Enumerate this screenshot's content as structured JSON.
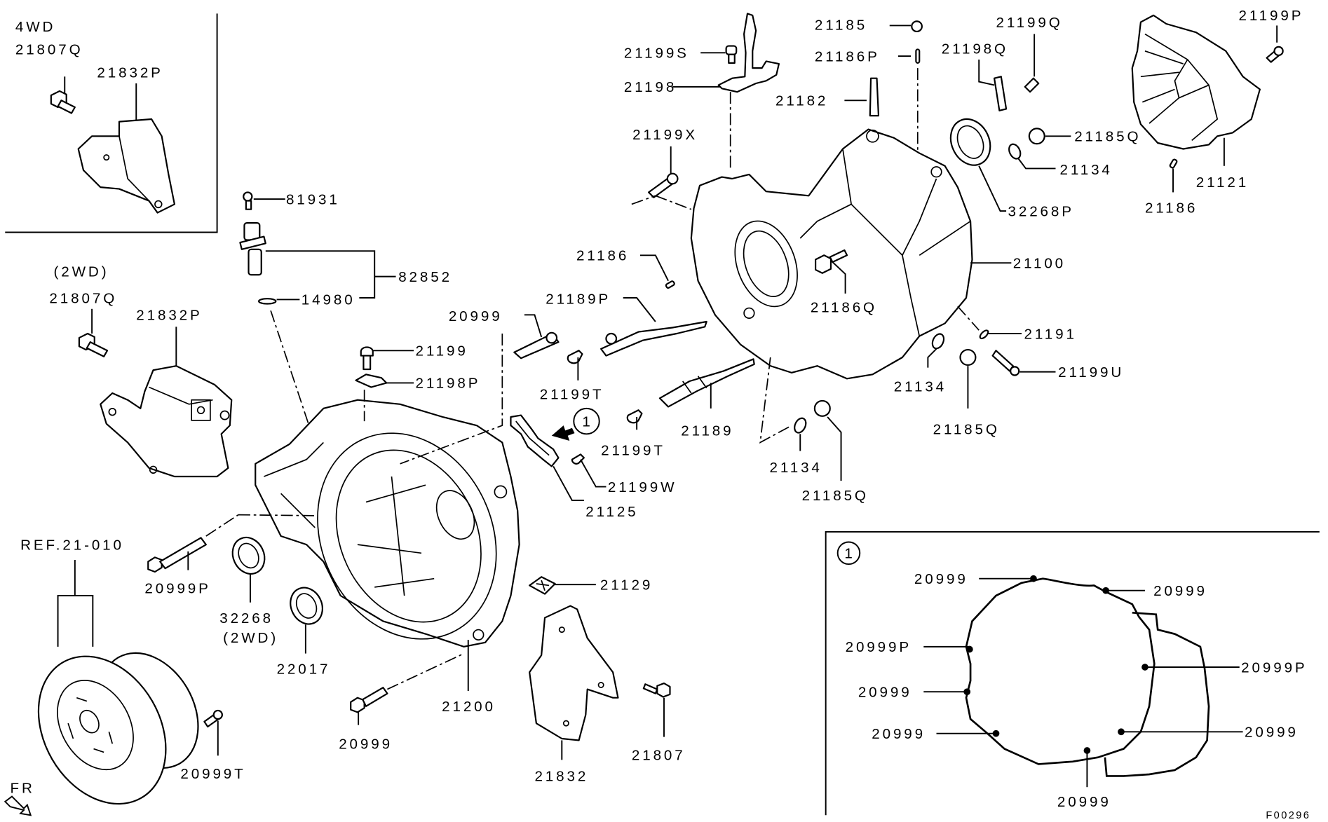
{
  "diagram": {
    "title": "Transmission case exploded parts diagram",
    "figure_code": "F00296",
    "direction_label": "FR",
    "ref_note": "REF.21-010",
    "variants": {
      "four_wd": "4WD",
      "two_wd": "(2WD)",
      "two_wd_note": "(2WD)"
    },
    "callout_marker": "1"
  },
  "labels": {
    "p21807Q_4wd": "21807Q",
    "p21832P_4wd": "21832P",
    "p21807Q_2wd": "21807Q",
    "p21832P_2wd": "21832P",
    "p81931": "81931",
    "p82852": "82852",
    "p14980": "14980",
    "p20999_a": "20999",
    "p21199": "21199",
    "p21198P": "21198P",
    "p21189P": "21189P",
    "p21186_a": "21186",
    "p21199T_a": "21199T",
    "p21199T_b": "21199T",
    "p21189": "21189",
    "p21199W": "21199W",
    "p21125": "21125",
    "p21129": "21129",
    "p21832": "21832",
    "p21807": "21807",
    "p21200": "21200",
    "p20999_b": "20999",
    "p22017": "22017",
    "p32268": "32268",
    "p20999P": "20999P",
    "p20999T": "20999T",
    "p21199S": "21199S",
    "p21198": "21198",
    "p21199X": "21199X",
    "p21185": "21185",
    "p21186P": "21186P",
    "p21182": "21182",
    "p21198Q": "21198Q",
    "p21199Q": "21199Q",
    "p21185Q_a": "21185Q",
    "p21134_a": "21134",
    "p32268P": "32268P",
    "p21199P": "21199P",
    "p21121": "21121",
    "p21186_b": "21186",
    "p21100": "21100",
    "p21186Q": "21186Q",
    "p21191": "21191",
    "p21199U": "21199U",
    "p21134_b": "21134",
    "p21185Q_b": "21185Q",
    "p21134_c": "21134",
    "p21185Q_c": "21185Q"
  },
  "inset": {
    "marker": "1",
    "bolt_labels": [
      "20999",
      "20999",
      "20999P",
      "20999",
      "20999",
      "20999P",
      "20999",
      "20999"
    ]
  }
}
